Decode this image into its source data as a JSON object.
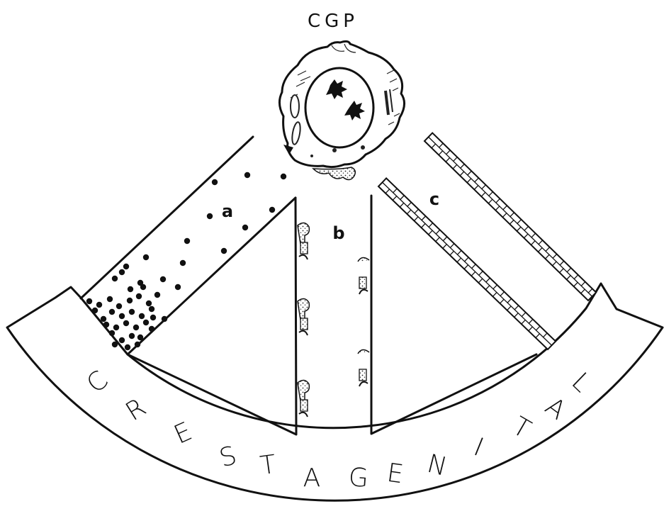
{
  "title": "CGP",
  "pathway_labels": {
    "a": "a",
    "b": "b",
    "c": "c"
  },
  "ridge_label": "CRESTA GENITAL",
  "ridge_letters": [
    "C",
    "R",
    "E",
    "S",
    "T",
    "A",
    "G",
    "E",
    "N",
    "I",
    "T",
    "A",
    "L"
  ]
}
